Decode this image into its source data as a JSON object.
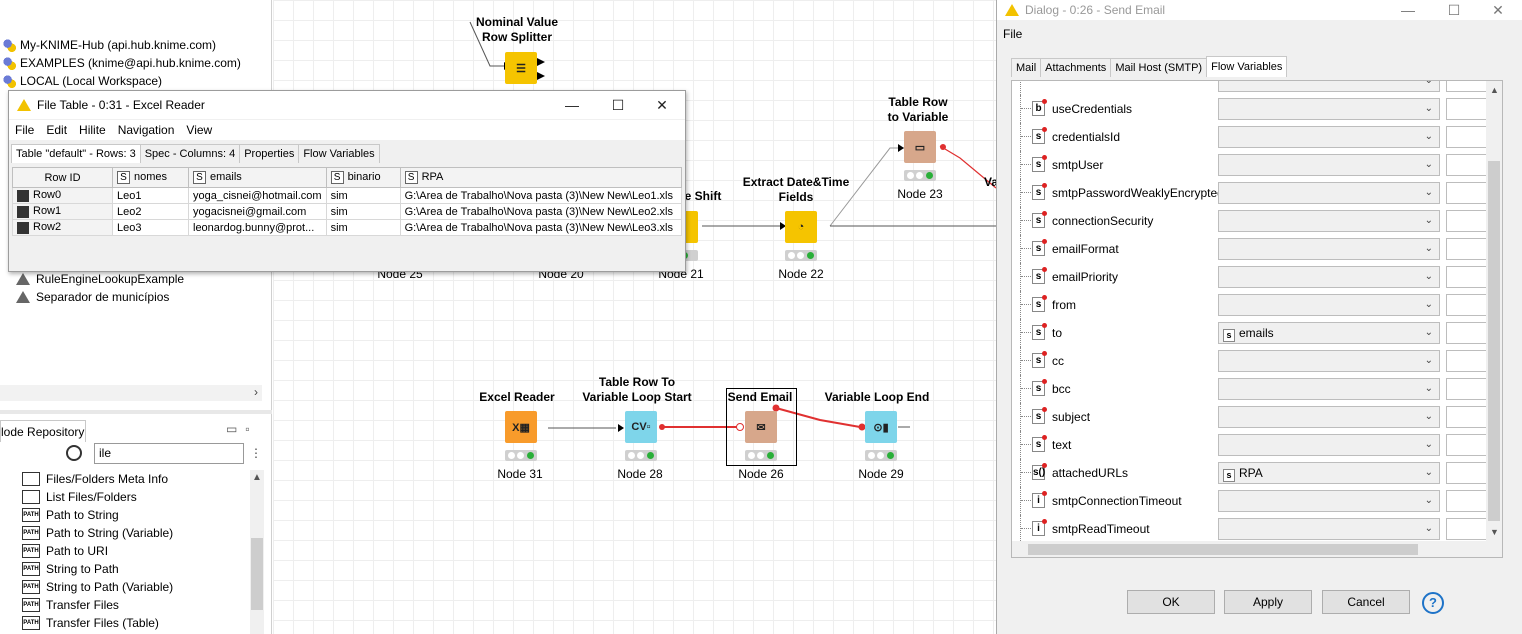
{
  "explorer": {
    "items": [
      {
        "label": "My-KNIME-Hub (api.hub.knime.com)"
      },
      {
        "label": "EXAMPLES (knime@api.hub.knime.com)"
      },
      {
        "label": "LOCAL (Local Workspace)"
      },
      {
        "label": "RuleEngineLookupExample"
      },
      {
        "label": "Separador de municípios"
      }
    ],
    "scroll_arrow": "›"
  },
  "node_repository": {
    "tab_label": "lode Repository",
    "search_value": "ile",
    "items": [
      {
        "label": "Files/Folders Meta Info"
      },
      {
        "label": "List Files/Folders"
      },
      {
        "label": "Path to String"
      },
      {
        "label": "Path to String (Variable)"
      },
      {
        "label": "Path to URI"
      },
      {
        "label": "String to Path"
      },
      {
        "label": "String to Path (Variable)"
      },
      {
        "label": "Transfer Files"
      },
      {
        "label": "Transfer Files (Table)"
      }
    ]
  },
  "canvas": {
    "nodes": [
      {
        "title": "Nominal Value\nRow Splitter",
        "label": ""
      },
      {
        "title": "Table Row\nto Variable",
        "label": "Node 23"
      },
      {
        "title": "Extract Date&Time\nFields",
        "label": "Node 22"
      },
      {
        "title": "e Shift",
        "label": "Node 21"
      },
      {
        "title": "",
        "label": "Node 20"
      },
      {
        "title": "",
        "label": "Node 25"
      },
      {
        "title": "Excel Reader",
        "label": "Node 31"
      },
      {
        "title": "Table Row To\nVariable Loop Start",
        "label": "Node 28"
      },
      {
        "title": "Send Email",
        "label": "Node 26"
      },
      {
        "title": "Variable Loop End",
        "label": "Node 29"
      },
      {
        "title": "Va",
        "label": ""
      }
    ]
  },
  "table_window": {
    "title": "File Table - 0:31 - Excel Reader",
    "menu": [
      "File",
      "Edit",
      "Hilite",
      "Navigation",
      "View"
    ],
    "tabs": [
      "Table \"default\" - Rows: 3",
      "Spec - Columns: 4",
      "Properties",
      "Flow Variables"
    ],
    "columns": [
      "Row ID",
      "nomes",
      "emails",
      "binario",
      "RPA"
    ],
    "column_type": "S",
    "rows": [
      [
        "Row0",
        "Leo1",
        "yoga_cisnei@hotmail.com",
        "sim",
        "G:\\Area de Trabalho\\Nova pasta (3)\\New New\\Leo1.xls"
      ],
      [
        "Row1",
        "Leo2",
        "yogacisnei@gmail.com",
        "sim",
        "G:\\Area de Trabalho\\Nova pasta (3)\\New New\\Leo2.xls"
      ],
      [
        "Row2",
        "Leo3",
        "leonardog.bunny@prot...",
        "sim",
        "G:\\Area de Trabalho\\Nova pasta (3)\\New New\\Leo3.xls"
      ]
    ]
  },
  "dialog": {
    "title": "Dialog - 0:26 - Send Email",
    "menu": [
      "File"
    ],
    "tabs": [
      "Mail",
      "Attachments",
      "Mail Host (SMTP)",
      "Flow Variables"
    ],
    "active_tab": "Flow Variables",
    "variables": [
      {
        "icon": "b",
        "name": "useCredentials",
        "value": ""
      },
      {
        "icon": "s",
        "name": "credentialsId",
        "value": ""
      },
      {
        "icon": "s",
        "name": "smtpUser",
        "value": ""
      },
      {
        "icon": "s",
        "name": "smtpPasswordWeaklyEncrypted",
        "value": ""
      },
      {
        "icon": "s",
        "name": "connectionSecurity",
        "value": ""
      },
      {
        "icon": "s",
        "name": "emailFormat",
        "value": ""
      },
      {
        "icon": "s",
        "name": "emailPriority",
        "value": ""
      },
      {
        "icon": "s",
        "name": "from",
        "value": ""
      },
      {
        "icon": "s",
        "name": "to",
        "value": "emails"
      },
      {
        "icon": "s",
        "name": "cc",
        "value": ""
      },
      {
        "icon": "s",
        "name": "bcc",
        "value": ""
      },
      {
        "icon": "s",
        "name": "subject",
        "value": ""
      },
      {
        "icon": "s",
        "name": "text",
        "value": ""
      },
      {
        "icon": "s()",
        "name": "attachedURLs",
        "value": "RPA"
      },
      {
        "icon": "i",
        "name": "smtpConnectionTimeout",
        "value": ""
      },
      {
        "icon": "i",
        "name": "smtpReadTimeout",
        "value": ""
      }
    ],
    "buttons": {
      "ok": "OK",
      "apply": "Apply",
      "cancel": "Cancel",
      "help": "?"
    }
  },
  "colors": {
    "knime_yellow": "#f5c400",
    "flow_var_red": "#e03030",
    "traffic_green": "#2aaf39"
  }
}
